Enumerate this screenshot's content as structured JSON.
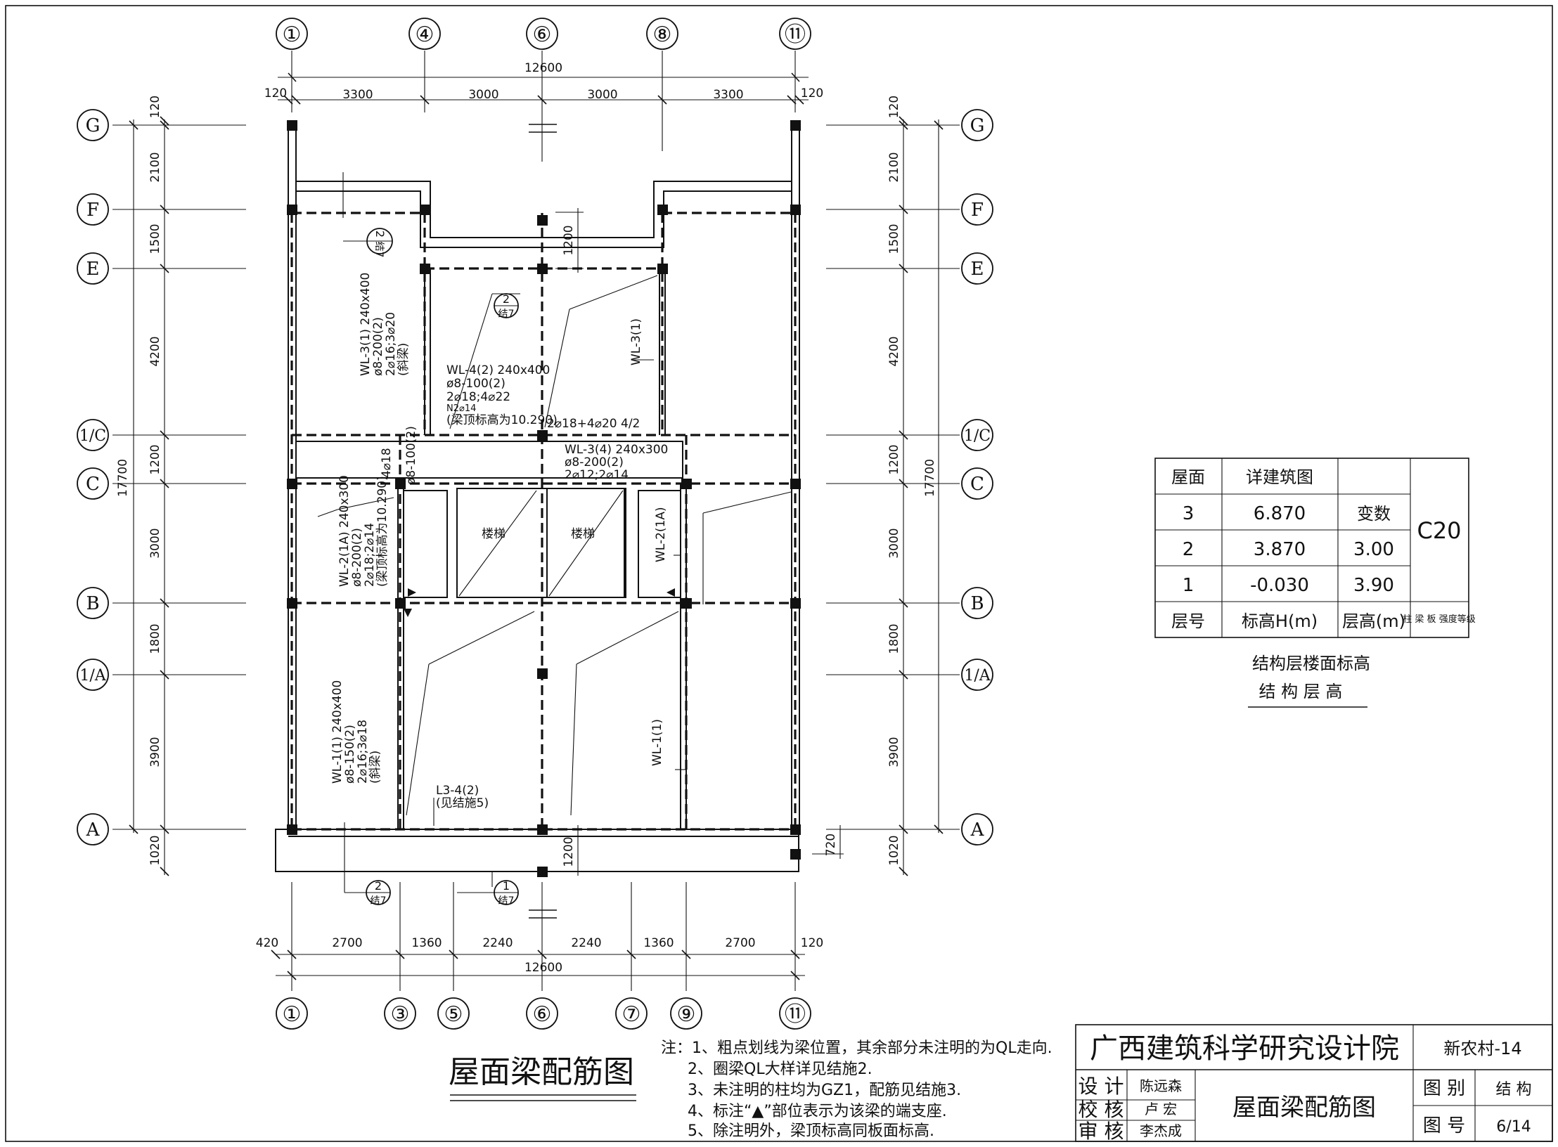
{
  "axes_top": [
    "①",
    "④",
    "⑥",
    "⑧",
    "⑪"
  ],
  "axes_bottom": [
    "①",
    "③",
    "⑤",
    "⑥",
    "⑦",
    "⑨",
    "⑪"
  ],
  "axes_rows": [
    "G",
    "F",
    "E",
    "1/C",
    "C",
    "B",
    "1/A",
    "A"
  ],
  "dims_top": {
    "overall": "12600",
    "spans": [
      "3300",
      "3000",
      "3000",
      "3300"
    ],
    "left_offset": "120",
    "right_offset": "120"
  },
  "dims_bottom": {
    "overall": "12600",
    "spans": [
      "2700",
      "1360",
      "2240",
      "2240",
      "1360",
      "2700"
    ],
    "left_offset": "420",
    "right_offset": "120"
  },
  "dims_left": {
    "overall": "17700",
    "spans": [
      "120",
      "2100",
      "1500",
      "4200",
      "1200",
      "3000",
      "1800",
      "3900",
      "1020"
    ]
  },
  "dims_right": {
    "overall": "17700",
    "spans": [
      "120",
      "2100",
      "1500",
      "4200",
      "1200",
      "3000",
      "1800",
      "3900",
      "1020"
    ]
  },
  "extra_dims": {
    "d1200_top": "1200",
    "d1200_bottom": "1200",
    "d720": "720"
  },
  "beam_labels": {
    "wl31": [
      "WL-3(1) 240x400",
      "ø8-200(2)",
      "2⌀16;3⌀20",
      "(斜梁)"
    ],
    "wl42": [
      "WL-4(2) 240x400",
      "ø8-100(2)",
      "2⌀18;4⌀22",
      "N2⌀14",
      "(梁顶标高为10.290)"
    ],
    "wl31b": "WL-3(1)",
    "wl21a": [
      "WL-2(1A) 240x300",
      "ø8-200(2)",
      "2⌀18;2⌀14",
      "(梁顶标高为10.290)"
    ],
    "wl21a_b": "WL-2(1A)",
    "wl34": [
      "WL-3(4) 240x300",
      "ø8-200(2)",
      "2⌀12;2⌀14"
    ],
    "reinf_top": "2⌀18+4⌀20 4/2",
    "side_4d18": "4⌀18",
    "side_8100": "ø8-100(2)",
    "wl11": [
      "WL-1(1) 240x400",
      "ø8-150(2)",
      "2⌀16;3⌀18",
      "(斜梁)"
    ],
    "wl11b": "WL-1(1)",
    "l34": [
      "L3-4(2)",
      "(见结施5)"
    ],
    "stair_left": "楼梯",
    "stair_right": "楼梯"
  },
  "detail_refs": [
    {
      "num": "2",
      "sheet": "结7"
    },
    {
      "num": "2",
      "sheet": "结7"
    },
    {
      "num": "2",
      "sheet": "结7"
    },
    {
      "num": "1",
      "sheet": "结7"
    }
  ],
  "level_table": {
    "header": [
      "屋面",
      "详建筑图",
      ""
    ],
    "rows": [
      [
        "3",
        "6.870",
        "变数"
      ],
      [
        "2",
        "3.870",
        "3.00"
      ],
      [
        "1",
        "-0.030",
        "3.90"
      ]
    ],
    "footer": [
      "层号",
      "标高H(m)",
      "层高(m)",
      "柱 梁 板 强度等级"
    ],
    "concrete": "C20",
    "caption1": "结构层楼面标高",
    "caption2": "结 构 层 高"
  },
  "drawing_title": "屋面梁配筋图",
  "notes": [
    "注：1、粗点划线为梁位置，其余部分未注明的为QL走向.",
    "2、圈梁QL大样详见结施2.",
    "3、未注明的柱均为GZ1，配筋见结施3.",
    "4、标注“▲”部位表示为该梁的端支座.",
    "5、除注明外，梁顶标高同板面标高."
  ],
  "title_block": {
    "institute": "广西建筑科学研究设计院",
    "project": "新农村-14",
    "rows": [
      {
        "role": "设 计",
        "name": "陈远森"
      },
      {
        "role": "校 核",
        "name": "卢 宏"
      },
      {
        "role": "审 核",
        "name": "李杰成"
      }
    ],
    "drawing_name": "屋面梁配筋图",
    "category_label": "图 别",
    "category": "结 构",
    "number_label": "图 号",
    "number": "6/14"
  }
}
